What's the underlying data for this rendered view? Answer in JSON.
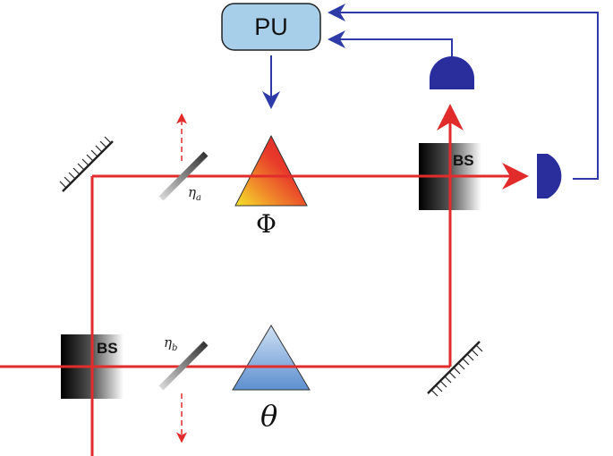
{
  "processing_unit": {
    "label": "PU"
  },
  "beam_splitters": {
    "top_label": "BS",
    "bottom_label": "BS"
  },
  "phases": {
    "top": "Φ",
    "bottom": "θ"
  },
  "losses": {
    "a": {
      "symbol": "η",
      "subscript": "a"
    },
    "b": {
      "symbol": "η",
      "subscript": "b"
    }
  },
  "colors": {
    "beam": "#e22b2b",
    "feedback": "#2d3aa8",
    "detector": "#2a2e9c",
    "pu_fill": "#a8cfea"
  }
}
